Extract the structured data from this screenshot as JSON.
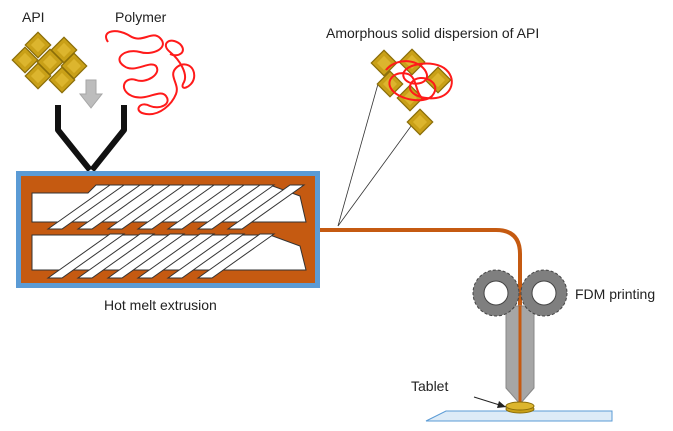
{
  "labels": {
    "api": "API",
    "polymer": "Polymer",
    "asd": "Amorphous solid dispersion of API",
    "hme": "Hot melt extrusion",
    "fdm": "FDM printing",
    "tablet": "Tablet"
  },
  "colors": {
    "api_crystal_fill": "#c9a018",
    "api_crystal_stroke": "#8a6d08",
    "polymer_line": "#ff1a1a",
    "extruder_border": "#5b9bd5",
    "extruder_barrel": "#c55a11",
    "filament": "#c55a11",
    "roller": "#7f7f7f",
    "nozzle": "#a6a6a6",
    "build_plate": "#ddebf7",
    "build_plate_border": "#5b9bd5"
  },
  "icons": [
    "api-crystal-icon",
    "polymer-chain-icon",
    "arrow-down-icon",
    "hopper-icon",
    "screw-icon",
    "roller-icon",
    "nozzle-icon",
    "tablet-icon"
  ]
}
